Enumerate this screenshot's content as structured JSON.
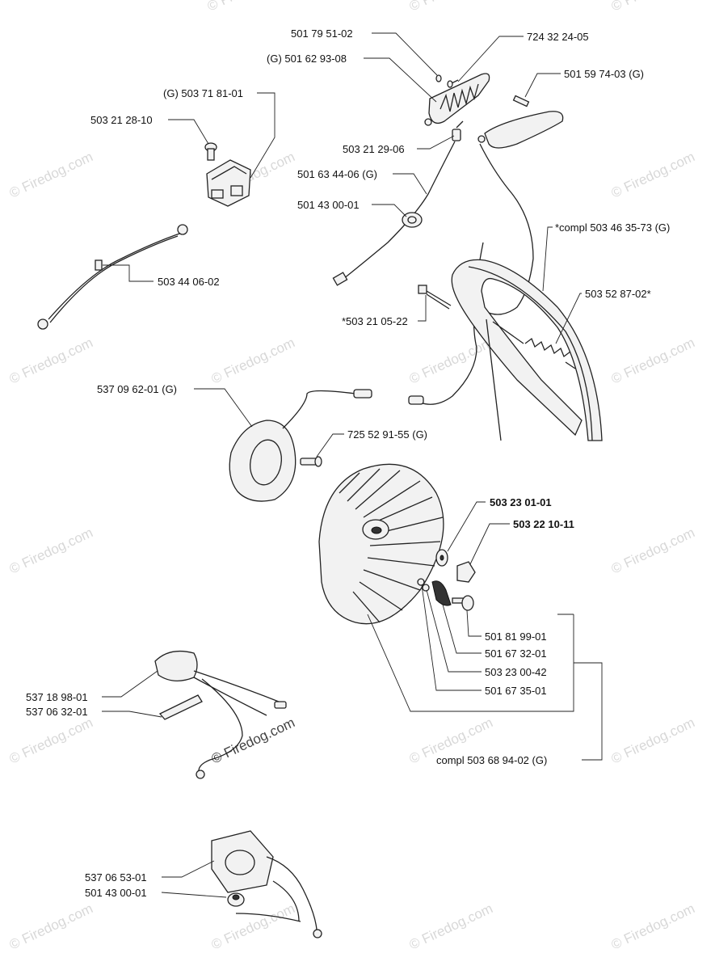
{
  "watermark": {
    "text": "© Firedog.com"
  },
  "labels": [
    {
      "id": "l1",
      "text": "501 79 51-02"
    },
    {
      "id": "l2",
      "text": "724 32 24-05"
    },
    {
      "id": "l3",
      "text": "(G) 501 62 93-08"
    },
    {
      "id": "l4",
      "text": "501 59 74-03 (G)"
    },
    {
      "id": "l5",
      "text": "(G) 503 71 81-01"
    },
    {
      "id": "l6",
      "text": "503 21 28-10"
    },
    {
      "id": "l7",
      "text": "503 21 29-06"
    },
    {
      "id": "l8",
      "text": "501 63 44-06 (G)"
    },
    {
      "id": "l9",
      "text": "501 43 00-01"
    },
    {
      "id": "l10",
      "text": "*compl 503 46 35-73 (G)"
    },
    {
      "id": "l11",
      "text": "503 44 06-02"
    },
    {
      "id": "l12",
      "text": "503 52 87-02*"
    },
    {
      "id": "l13",
      "text": "*503 21 05-22"
    },
    {
      "id": "l14",
      "text": "537 09 62-01 (G)"
    },
    {
      "id": "l15",
      "text": "725 52 91-55 (G)"
    },
    {
      "id": "l16",
      "text": "503 23 01-01"
    },
    {
      "id": "l17",
      "text": "503 22 10-11"
    },
    {
      "id": "l18",
      "text": "501 81 99-01"
    },
    {
      "id": "l19",
      "text": "501 67 32-01"
    },
    {
      "id": "l20",
      "text": "503 23 00-42"
    },
    {
      "id": "l21",
      "text": "501 67 35-01"
    },
    {
      "id": "l22",
      "text": "537 18 98-01"
    },
    {
      "id": "l23",
      "text": "537 06 32-01"
    },
    {
      "id": "l24",
      "text": "compl 503 68 94-02 (G)"
    },
    {
      "id": "l25",
      "text": "537 06 53-01"
    },
    {
      "id": "l26",
      "text": "501 43 00-01"
    }
  ]
}
